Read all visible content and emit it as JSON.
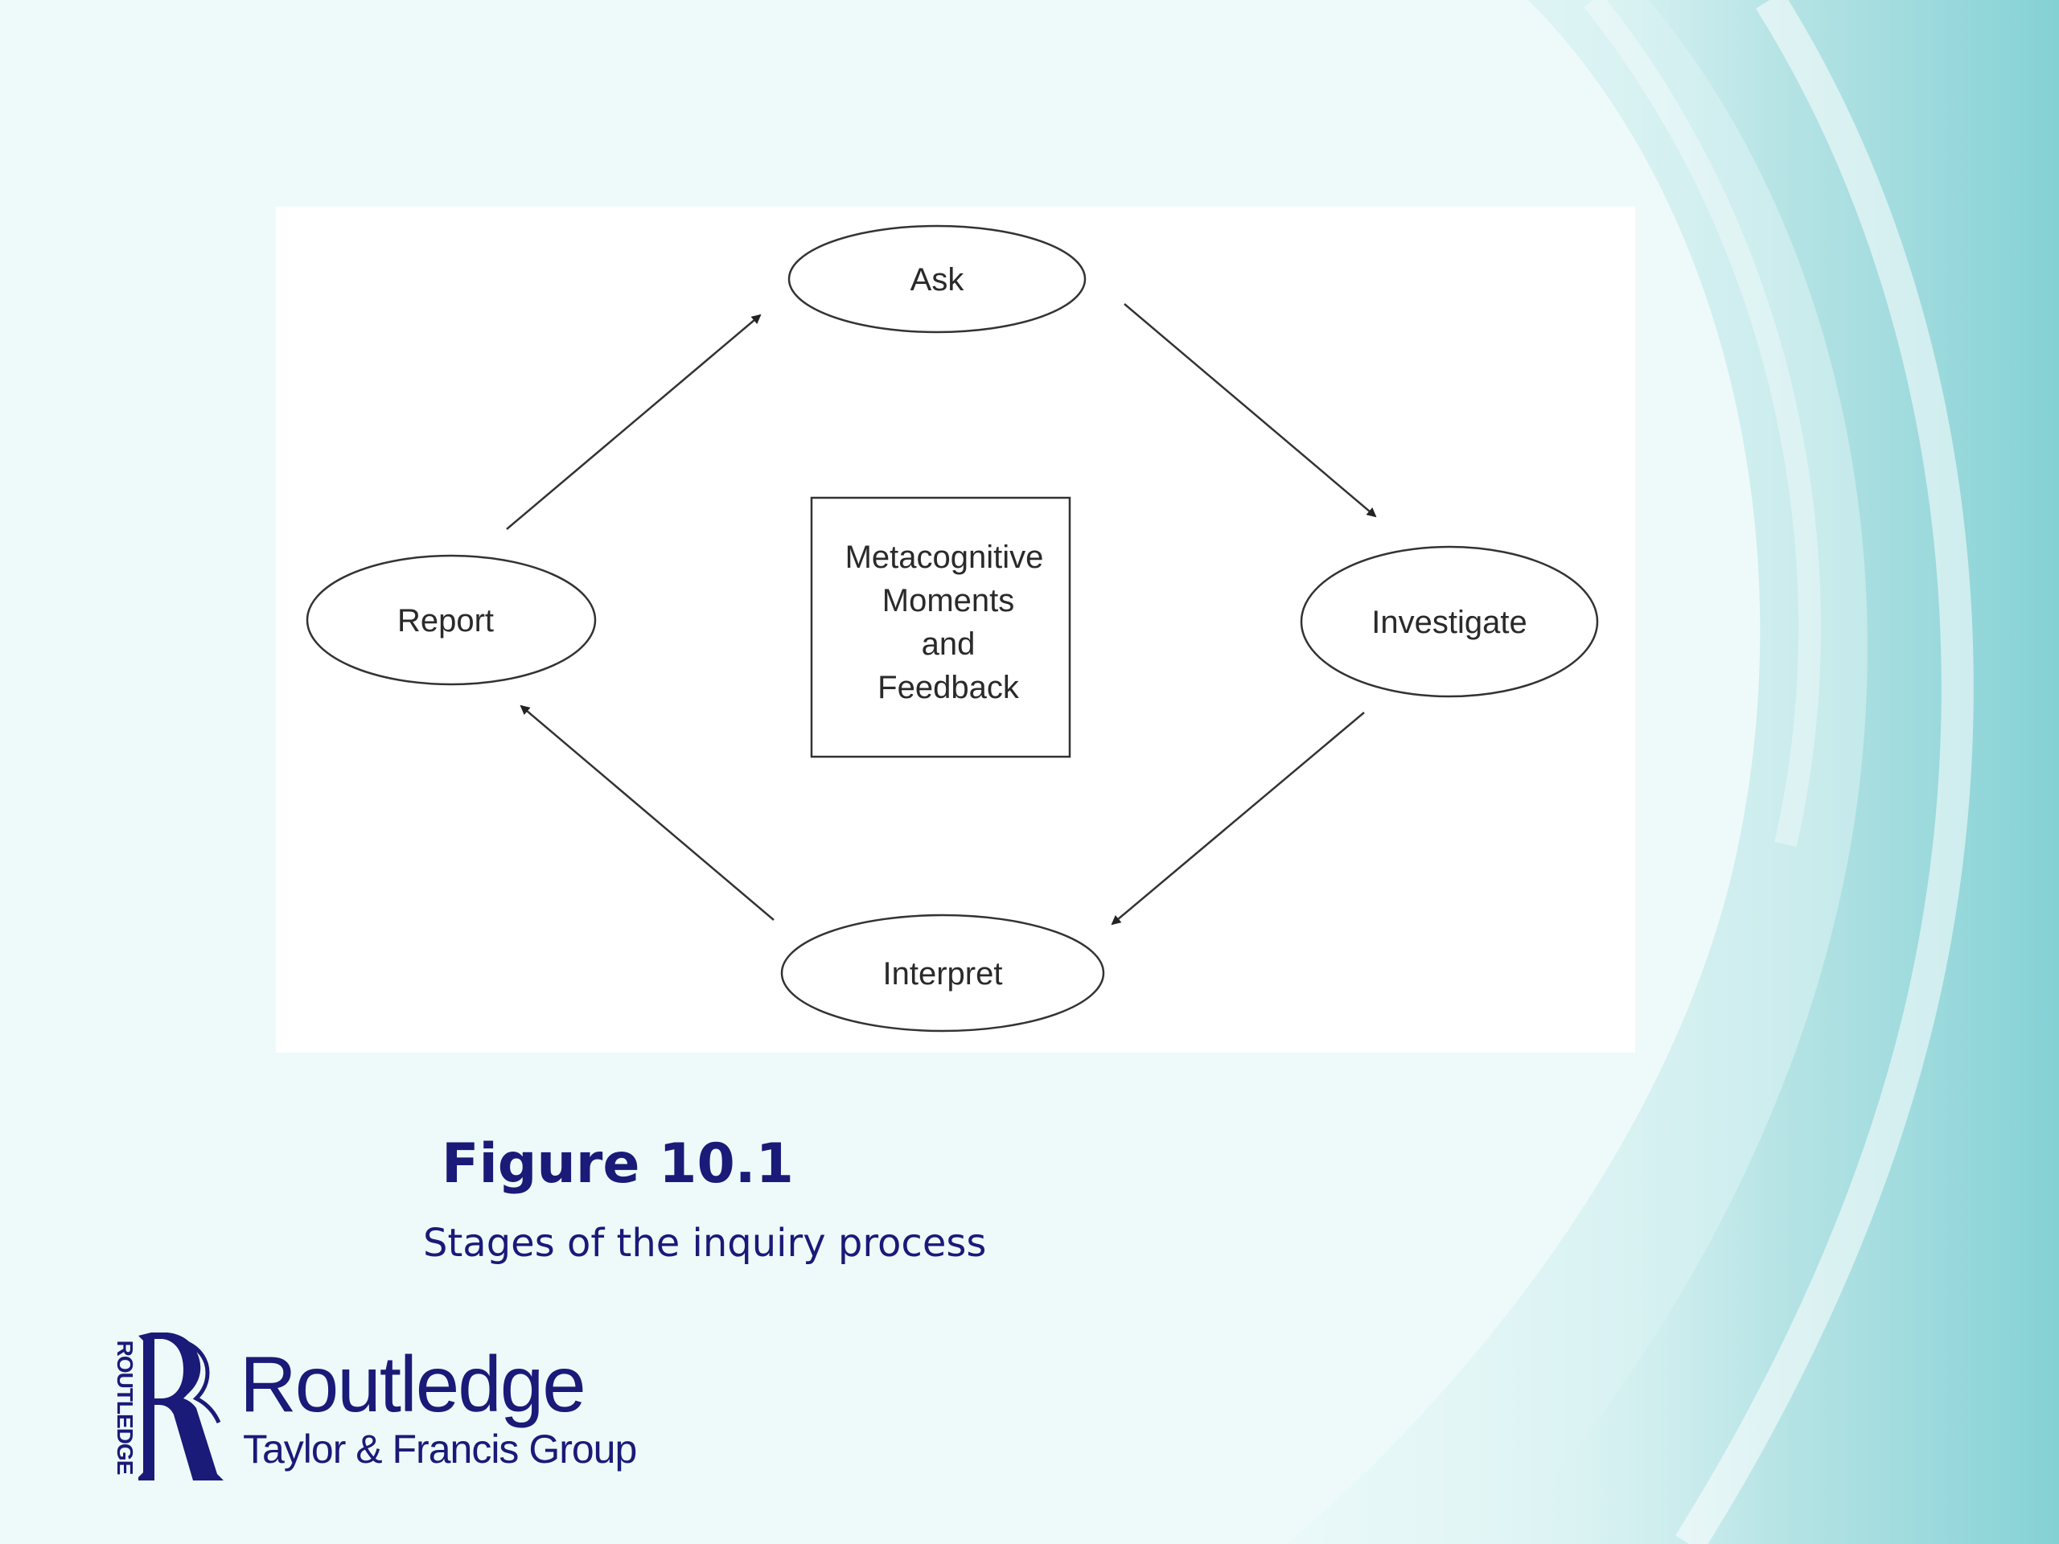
{
  "diagram": {
    "nodes": {
      "ask": "Ask",
      "investigate": "Investigate",
      "interpret": "Interpret",
      "report": "Report"
    },
    "center_box": [
      "Metacognitive",
      "Moments",
      "and",
      "Feedback"
    ]
  },
  "figure": {
    "title": "Figure 10.1",
    "caption": "Stages of the inquiry process"
  },
  "logo": {
    "vertical_text": "ROUTLEDGE",
    "name": "Routledge",
    "group": "Taylor & Francis Group"
  },
  "colors": {
    "caption_text": "#1a1a78",
    "background": "#eefafa",
    "accent_wave": "#7fcfd3"
  }
}
